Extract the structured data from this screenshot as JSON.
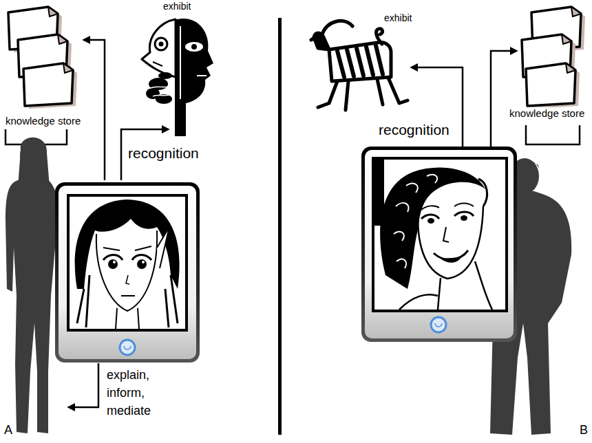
{
  "diagram": {
    "nodes": [
      {
        "text": [
          "knowledge store"
        ]
      },
      {
        "text": [
          "exhibit"
        ]
      },
      {
        "text": [
          "exhibit"
        ]
      },
      {
        "text": [
          "knowledge store"
        ]
      }
    ],
    "labels": [
      "recognition",
      "explain, inform, mediate",
      "A",
      "recognition",
      "B"
    ]
  }
}
